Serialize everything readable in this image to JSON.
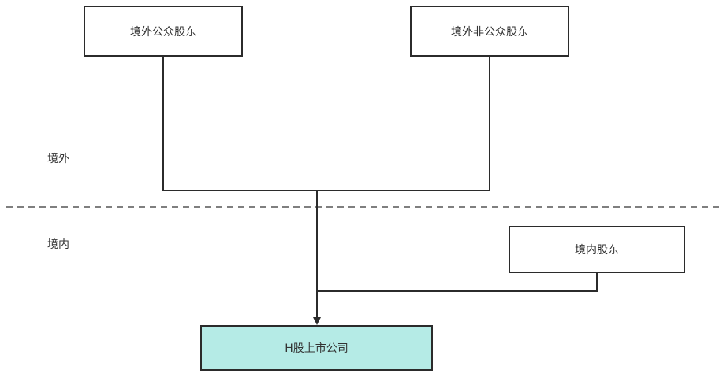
{
  "diagram": {
    "nodes": {
      "overseas_public": "境外公众股东",
      "overseas_nonpublic": "境外非公众股东",
      "domestic": "境内股东",
      "company": "H股上市公司"
    },
    "regions": {
      "overseas": "境外",
      "domestic": "境内"
    }
  },
  "colors": {
    "line": "#2b2b2b",
    "divider": "#555555",
    "target_fill": "#b5ebe6",
    "text": "#333333"
  }
}
